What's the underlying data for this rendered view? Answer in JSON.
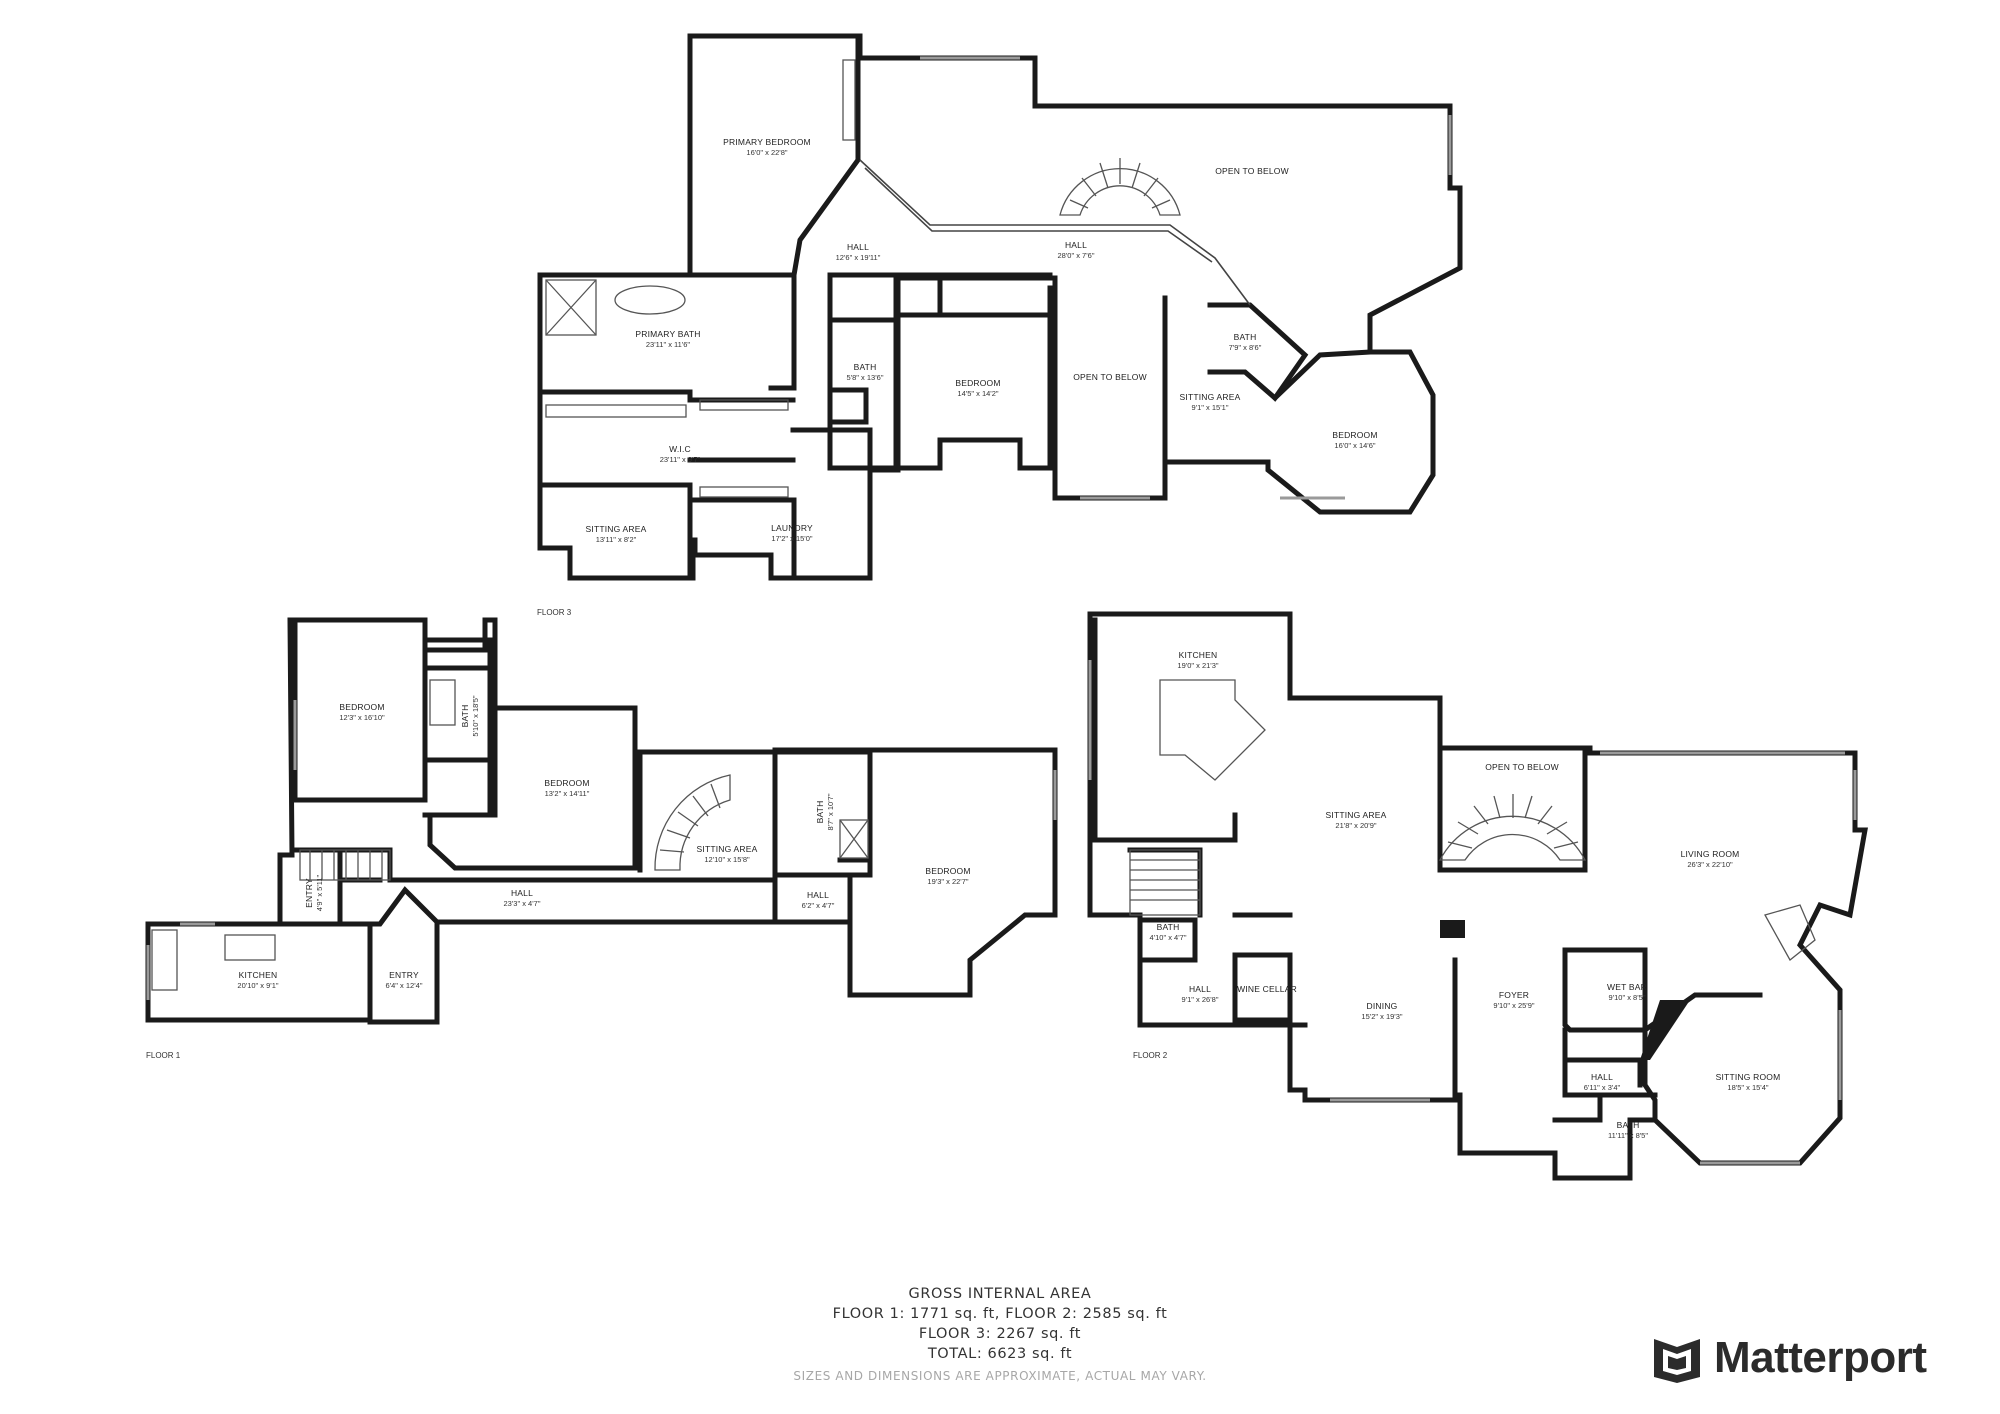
{
  "floors": {
    "floor1": {
      "label": "FLOOR 1",
      "rooms": [
        {
          "id": "bedroom-a",
          "name": "BEDROOM",
          "dims": "12'3\" x 16'10\""
        },
        {
          "id": "bath-a",
          "name": "BATH",
          "dims": "5'10\" x 18'5\""
        },
        {
          "id": "bedroom-b",
          "name": "BEDROOM",
          "dims": "13'2\" x 14'11\""
        },
        {
          "id": "sitting-area",
          "name": "SITTING AREA",
          "dims": "12'10\" x 15'8\""
        },
        {
          "id": "bath-b",
          "name": "BATH",
          "dims": "8'7\" x 10'7\""
        },
        {
          "id": "bedroom-c",
          "name": "BEDROOM",
          "dims": "19'3\" x 22'7\""
        },
        {
          "id": "entry-a",
          "name": "ENTRY",
          "dims": "4'9\" x 5'11\""
        },
        {
          "id": "hall-a",
          "name": "HALL",
          "dims": "23'3\" x 4'7\""
        },
        {
          "id": "hall-b",
          "name": "HALL",
          "dims": "6'2\" x 4'7\""
        },
        {
          "id": "kitchen",
          "name": "KITCHEN",
          "dims": "20'10\" x 9'1\""
        },
        {
          "id": "entry-b",
          "name": "ENTRY",
          "dims": "6'4\" x 12'4\""
        }
      ]
    },
    "floor2": {
      "label": "FLOOR 2",
      "rooms": [
        {
          "id": "kitchen",
          "name": "KITCHEN",
          "dims": "19'0\" x 21'3\""
        },
        {
          "id": "open-below",
          "name": "OPEN TO BELOW",
          "dims": ""
        },
        {
          "id": "sitting-area",
          "name": "SITTING AREA",
          "dims": "21'8\" x 20'9\""
        },
        {
          "id": "living-room",
          "name": "LIVING ROOM",
          "dims": "26'3\" x 22'10\""
        },
        {
          "id": "bath-a",
          "name": "BATH",
          "dims": "4'10\" x 4'7\""
        },
        {
          "id": "hall-a",
          "name": "HALL",
          "dims": "9'1\" x 26'8\""
        },
        {
          "id": "wine-cellar",
          "name": "WINE CELLAR",
          "dims": ""
        },
        {
          "id": "wet-bar",
          "name": "WET BAR",
          "dims": "9'10\" x 8'5\""
        },
        {
          "id": "dining",
          "name": "DINING",
          "dims": "15'2\" x 19'3\""
        },
        {
          "id": "foyer",
          "name": "FOYER",
          "dims": "9'10\" x 25'9\""
        },
        {
          "id": "hall-b",
          "name": "HALL",
          "dims": "6'11\" x 3'4\""
        },
        {
          "id": "sitting-room",
          "name": "SITTING ROOM",
          "dims": "18'5\" x 15'4\""
        },
        {
          "id": "bath-b",
          "name": "BATH",
          "dims": "11'11\" x 8'5\""
        }
      ]
    },
    "floor3": {
      "label": "FLOOR 3",
      "rooms": [
        {
          "id": "primary-bedroom",
          "name": "PRIMARY BEDROOM",
          "dims": "16'0\" x 22'8\""
        },
        {
          "id": "open-below-a",
          "name": "OPEN TO BELOW",
          "dims": ""
        },
        {
          "id": "hall-a",
          "name": "HALL",
          "dims": "12'6\" x 19'11\""
        },
        {
          "id": "hall-b",
          "name": "HALL",
          "dims": "28'0\" x 7'6\""
        },
        {
          "id": "primary-bath",
          "name": "PRIMARY BATH",
          "dims": "23'11\" x 11'6\""
        },
        {
          "id": "bath-a",
          "name": "BATH",
          "dims": "5'8\" x 13'6\""
        },
        {
          "id": "bedroom-a",
          "name": "BEDROOM",
          "dims": "14'5\" x 14'2\""
        },
        {
          "id": "open-below-b",
          "name": "OPEN TO BELOW",
          "dims": ""
        },
        {
          "id": "bath-b",
          "name": "BATH",
          "dims": "7'9\" x 8'6\""
        },
        {
          "id": "sitting-area-a",
          "name": "SITTING AREA",
          "dims": "9'1\" x 15'1\""
        },
        {
          "id": "bedroom-b",
          "name": "BEDROOM",
          "dims": "16'0\" x 14'6\""
        },
        {
          "id": "wic",
          "name": "W.I.C",
          "dims": "23'11\" x 9'7\""
        },
        {
          "id": "sitting-area-b",
          "name": "SITTING AREA",
          "dims": "13'11\" x 8'2\""
        },
        {
          "id": "laundry",
          "name": "LAUNDRY",
          "dims": "17'2\" x 15'0\""
        }
      ]
    }
  },
  "area_summary": {
    "heading": "GROSS INTERNAL AREA",
    "line1": "FLOOR 1: 1771 sq. ft, FLOOR 2: 2585 sq. ft",
    "line2": "FLOOR 3: 2267 sq. ft",
    "line3": "TOTAL: 6623 sq. ft",
    "disclaimer": "SIZES AND DIMENSIONS ARE APPROXIMATE, ACTUAL MAY VARY."
  },
  "brand": {
    "name": "Matterport",
    "icon": "matterport-logo-icon",
    "color": "#2b2b2b"
  },
  "colors": {
    "wall": "#1a1a1a",
    "text": "#333333",
    "disclaimer": "#a7a7a7",
    "window": "#9a9a9a"
  }
}
